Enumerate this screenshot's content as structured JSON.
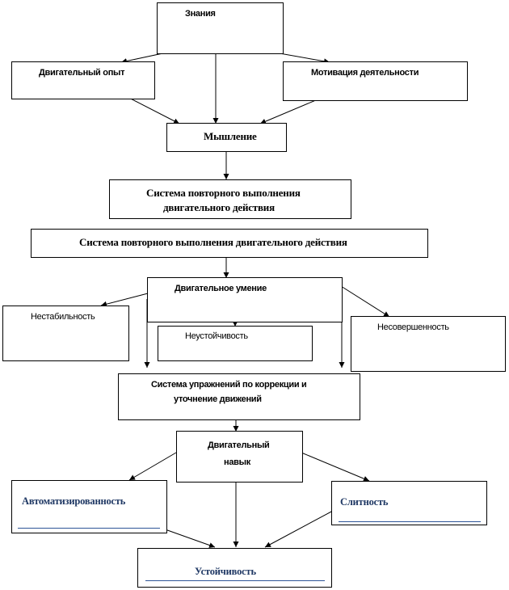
{
  "nodes": {
    "znaniya": "Знания",
    "dvig_opyt": "Двигательный опыт",
    "motivaciya": "Мотивация деятельности",
    "myshlenie": "Мышление",
    "sistema1_line1": "Система повторного выполнения",
    "sistema1_line2": "двигательного действия",
    "sistema2": "Система повторного выполнения двигательного действия",
    "dvig_umenie": "Двигательное умение",
    "nestabilnost": "Нестабильность",
    "neustoychivost": "Неустойчивость",
    "nesovershennost": "Несовершенность",
    "sistema_upr_line1": "Система упражнений по коррекции и",
    "sistema_upr_line2": "уточнение движений",
    "dvig_navyk_line1": "Двигательный",
    "dvig_navyk_line2": "навык",
    "avtomatizirovannost": "Автоматизированность",
    "slitnost": "Слитность",
    "ustoychivost": "Устойчивость"
  },
  "colors": {
    "line": "#000000",
    "text": "#000000",
    "accent_text": "#1f3864",
    "accent_underline": "#2e5597"
  }
}
